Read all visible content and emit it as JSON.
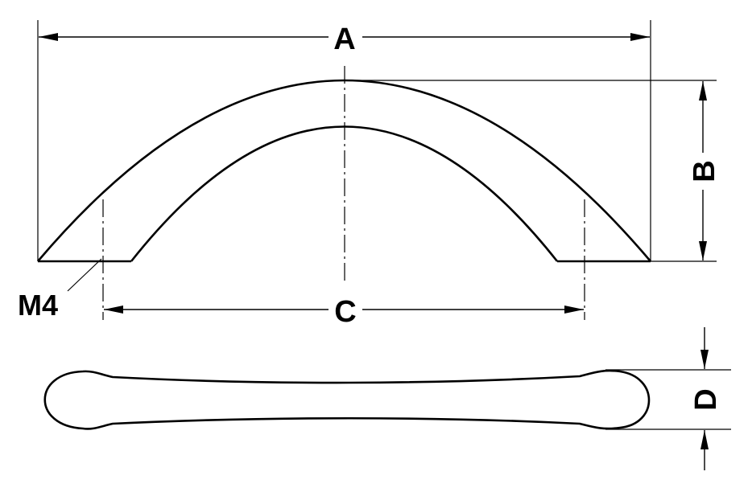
{
  "dimensions": {
    "a": "A",
    "b": "B",
    "c": "C",
    "d": "D"
  },
  "thread_label": "M4",
  "colors": {
    "stroke": "#000000",
    "background": "#ffffff"
  }
}
